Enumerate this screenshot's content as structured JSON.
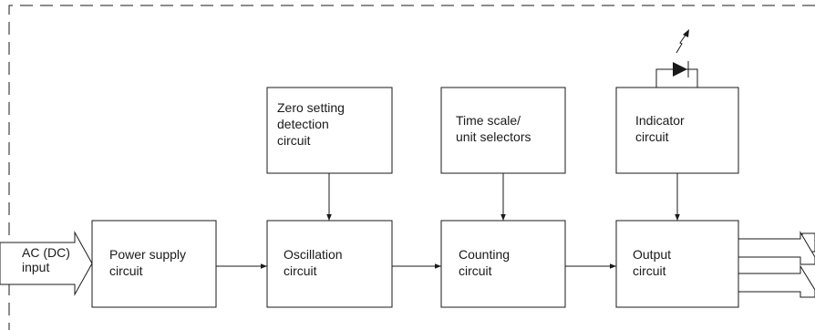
{
  "blocks": {
    "power_supply": [
      "Power supply",
      "circuit"
    ],
    "oscillation": [
      "Oscillation",
      "circuit"
    ],
    "counting": [
      "Counting",
      "circuit"
    ],
    "output": [
      "Output",
      "circuit"
    ],
    "zero_setting": [
      "Zero setting",
      "detection",
      "circuit"
    ],
    "time_scale": [
      "Time scale/",
      "unit selectors"
    ],
    "indicator": [
      "Indicator",
      "circuit"
    ]
  },
  "input_label": [
    "AC (DC)",
    "input"
  ]
}
